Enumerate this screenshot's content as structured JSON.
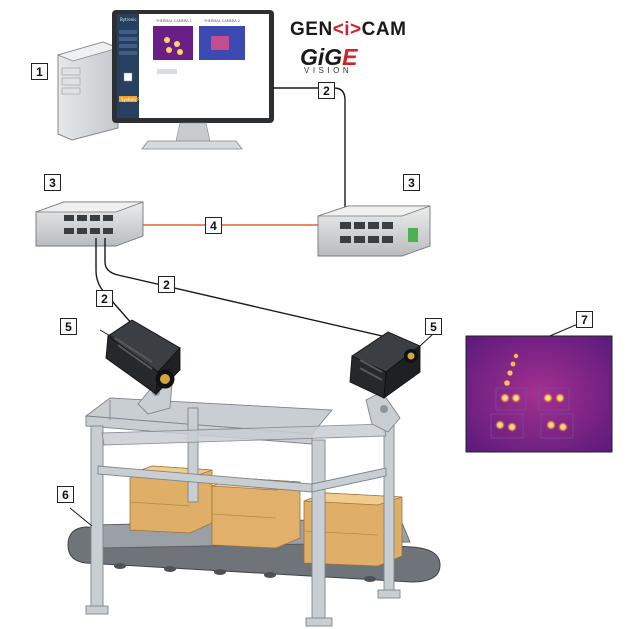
{
  "logos": {
    "genicam_left": "GEN",
    "genicam_mid": "<i>",
    "genicam_right": "CAM",
    "gige_main": "GiG",
    "gige_e": "E",
    "gige_sub": "VISION"
  },
  "screen": {
    "brand": "Bytronic",
    "tab_left": "THERMAL CAMERA 1",
    "tab_right": "THERMAL CAMERA 2",
    "status": "System Ready"
  },
  "callouts": [
    {
      "id": "callout-1",
      "label": "1"
    },
    {
      "id": "callout-2a",
      "label": "2"
    },
    {
      "id": "callout-3a",
      "label": "3"
    },
    {
      "id": "callout-3b",
      "label": "3"
    },
    {
      "id": "callout-4",
      "label": "4"
    },
    {
      "id": "callout-2b",
      "label": "2"
    },
    {
      "id": "callout-2c",
      "label": "2"
    },
    {
      "id": "callout-5a",
      "label": "5"
    },
    {
      "id": "callout-5b",
      "label": "5"
    },
    {
      "id": "callout-6",
      "label": "6"
    },
    {
      "id": "callout-7",
      "label": "7"
    }
  ],
  "colors": {
    "fiber": "#e98a67",
    "cable": "#1a1a1a",
    "frame": "#c9ced3",
    "box": "#e3b56d",
    "thermal_bg": "#7a1f8c",
    "hot": "#ffd36a"
  }
}
